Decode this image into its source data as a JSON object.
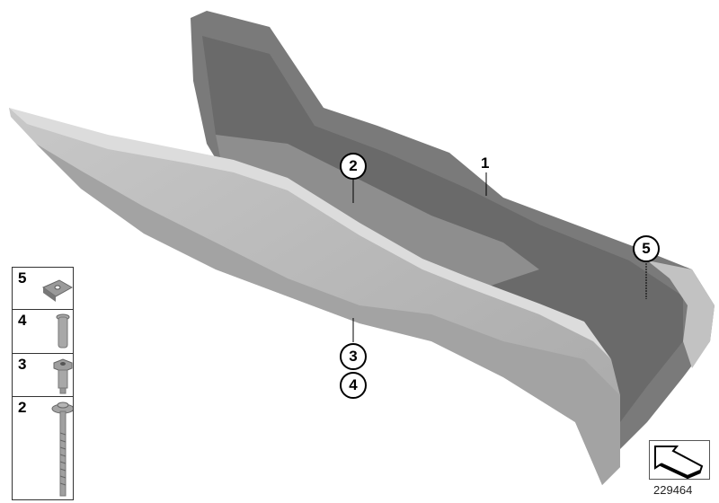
{
  "diagram": {
    "subject": "Center console assembly exploded parts diagram",
    "callouts": [
      {
        "id": "1",
        "label": "1",
        "style": "plain"
      },
      {
        "id": "2",
        "label": "2",
        "style": "circled"
      },
      {
        "id": "3",
        "label": "3",
        "style": "circled"
      },
      {
        "id": "4",
        "label": "4",
        "style": "circled"
      },
      {
        "id": "5",
        "label": "5",
        "style": "circled"
      }
    ],
    "legend": {
      "items": [
        {
          "number": "5",
          "part": "clip-nut"
        },
        {
          "number": "4",
          "part": "expanding-rivet-sleeve"
        },
        {
          "number": "3",
          "part": "hex-expanding-nut"
        },
        {
          "number": "2",
          "part": "screw-with-washer"
        }
      ]
    },
    "orientation_icon": "arrow-orientation-icon",
    "reference_number": "229464"
  },
  "colors": {
    "console_body": "#b9b9b9",
    "console_dark": "#6e6e6e",
    "outline": "#000000",
    "background": "#ffffff"
  }
}
